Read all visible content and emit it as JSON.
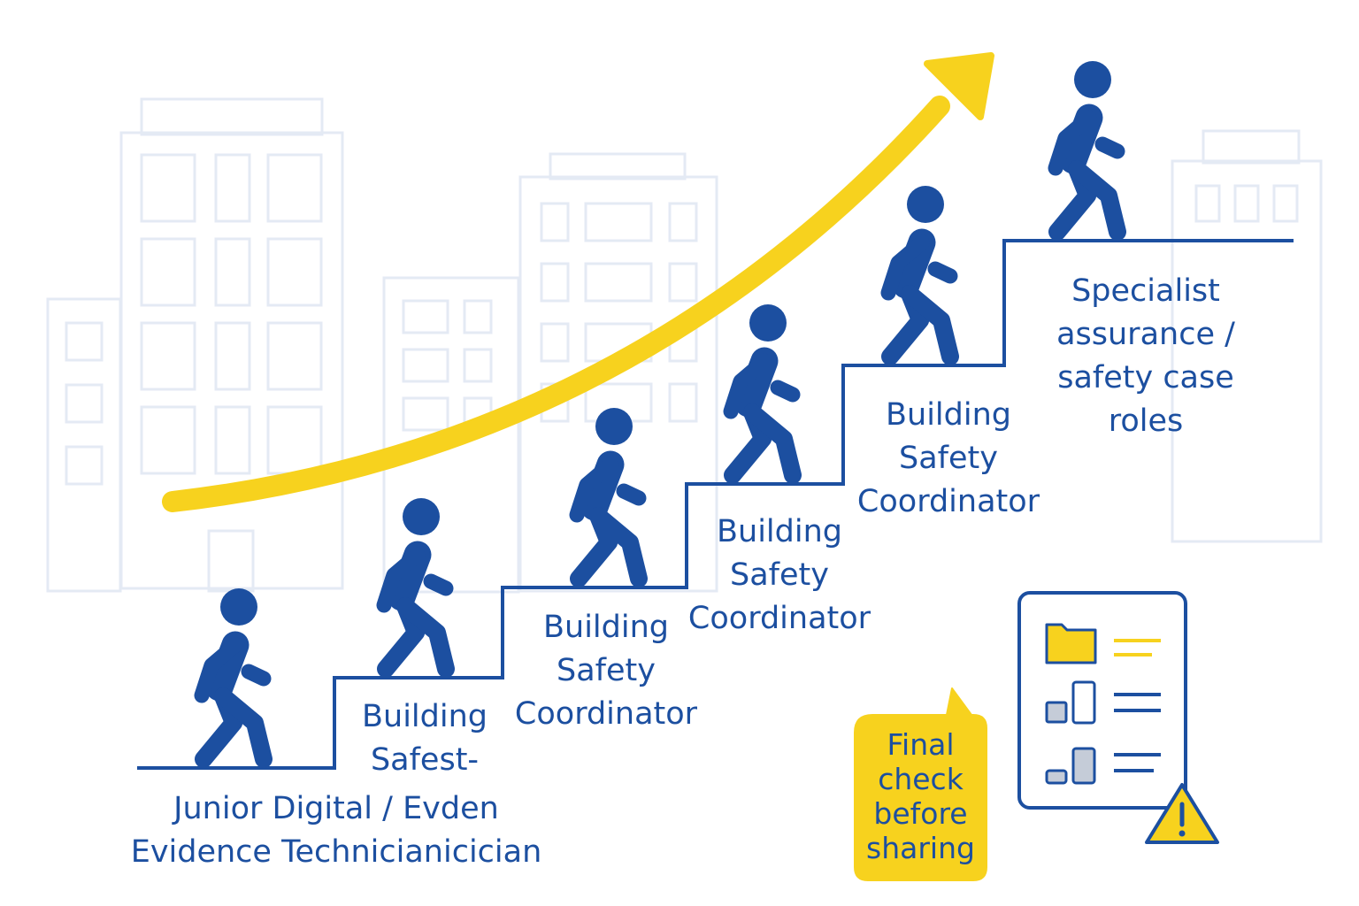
{
  "colors": {
    "primary_blue": "#1c4fa0",
    "accent_yellow": "#f7d21e",
    "background_buildings": "#e4eaf4",
    "doc_gray": "#c5ccd8"
  },
  "steps": [
    {
      "lines": [
        "Junior Digital / Evden",
        "Evidence Technicianicician"
      ]
    },
    {
      "lines": [
        "Building",
        "Safest-"
      ]
    },
    {
      "lines": [
        "Building",
        "Safety",
        "Coordinator"
      ]
    },
    {
      "lines": [
        "Building",
        "Safety",
        "Coordinator"
      ]
    },
    {
      "lines": [
        "Building",
        "Safety",
        "Coordinator"
      ]
    },
    {
      "lines": [
        "Specialist",
        "assurance /",
        "safety case",
        "roles"
      ]
    }
  ],
  "callout": {
    "lines": [
      "Final",
      "check",
      "before",
      "sharing"
    ]
  },
  "icons": {
    "progress_arrow": "upward-arrow-icon",
    "walker": "walking-person-icon",
    "checklist": "document-checklist-icon",
    "folder": "folder-icon",
    "warning": "warning-triangle-icon"
  }
}
